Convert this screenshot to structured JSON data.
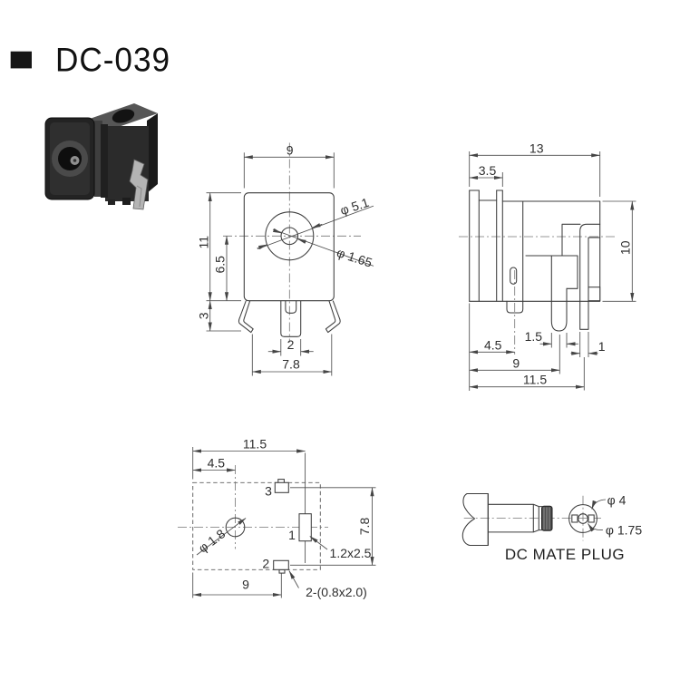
{
  "title": "DC-039",
  "colors": {
    "line": "#3d3d3d",
    "dim_text": "#2e2e2e",
    "accent_square": "#161616"
  },
  "front_view": {
    "dim_width": "9",
    "dim_height": "11",
    "dim_center_height": "6.5",
    "dim_leg_height": "3",
    "dim_pin_width": "2",
    "dim_leg_span": "7.8",
    "dia_barrel": "φ 5.1",
    "dia_pin": "φ 1.65"
  },
  "side_view": {
    "dim_depth": "13",
    "dim_flange": "3.5",
    "dim_height": "10",
    "dim_pin_offset": "4.5",
    "dim_leg_width": "1.5",
    "dim_pin_width": "1",
    "dim_leg_offset": "9",
    "dim_overall": "11.5"
  },
  "bottom_view": {
    "dim_overall": "11.5",
    "dim_hole_offset": "4.5",
    "dim_pad_span": "7.8",
    "dim_pad2_offset": "9",
    "dia_hole": "φ 1.8",
    "pad1_label": "1",
    "pad2_label": "2",
    "pad3_label": "3",
    "pad1_note": "1.2x2.5",
    "pad_note": "2-(0.8x2.0)"
  },
  "plug_view": {
    "caption": "DC MATE PLUG",
    "dia_outer": "φ 4",
    "dia_pin": "φ 1.75"
  }
}
